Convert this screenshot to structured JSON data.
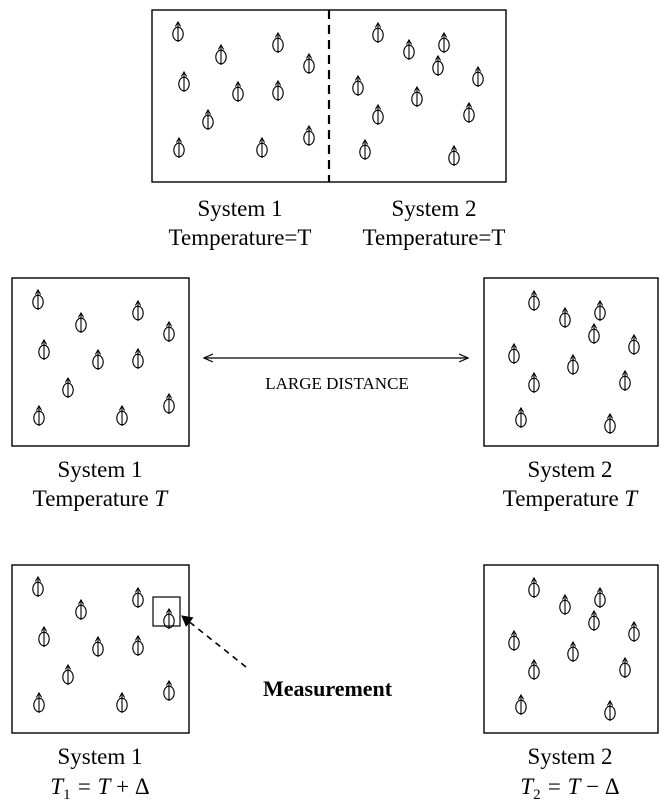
{
  "panels": [
    {
      "id": "top",
      "labels": [
        {
          "line1": "System 1",
          "line2": "Temperature=T"
        },
        {
          "line1": "System 2",
          "line2": "Temperature=T"
        }
      ]
    },
    {
      "id": "middle",
      "distance_label": "LARGE DISTANCE",
      "labels": [
        {
          "line1": "System 1",
          "line2_prefix": "Temperature ",
          "line2_var": "T"
        },
        {
          "line1": "System 2",
          "line2_prefix": "Temperature ",
          "line2_var": "T"
        }
      ]
    },
    {
      "id": "bottom",
      "measurement_label": "Measurement",
      "labels": [
        {
          "line1": "System 1",
          "t_var": "T",
          "t_sub": "1",
          "t_rest_var": " = T",
          "t_rest": " + Δ"
        },
        {
          "line1": "System 2",
          "t_var": "T",
          "t_sub": "2",
          "t_rest_var": " = T",
          "t_rest": " − Δ"
        }
      ]
    }
  ],
  "symbols": {
    "particle_icon": "spin-particle-icon",
    "arrow_icon": "double-headed-arrow-icon"
  }
}
